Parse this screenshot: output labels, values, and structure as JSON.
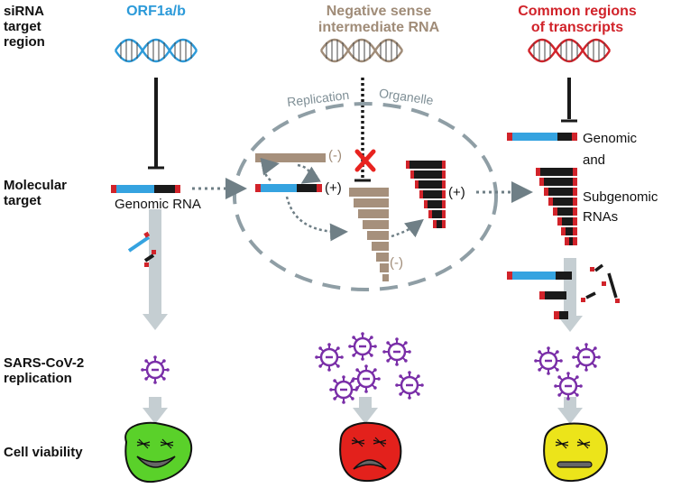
{
  "row_labels": {
    "target_region": [
      "siRNA",
      "target",
      "region"
    ],
    "molecular_target": [
      "Molecular",
      "target"
    ],
    "replication": [
      "SARS-CoV-2",
      "replication"
    ],
    "viability": "Cell viability"
  },
  "columns": {
    "orf": {
      "title": "ORF1a/b",
      "color": "#2c9ad9"
    },
    "negative": {
      "title_line1": "Negative sense",
      "title_line2": "intermediate RNA",
      "color": "#a08c78"
    },
    "common": {
      "title_line1": "Common regions",
      "title_line2": "of transcripts",
      "color": "#d1232a"
    }
  },
  "labels": {
    "genomic_rna": "Genomic RNA",
    "replication_organelle_1": "Replication",
    "replication_organelle_2": "Organelle",
    "minus": "(-)",
    "plus": "(+)",
    "genomic": "Genomic",
    "and": "and",
    "subgenomic": "Subgenomic",
    "rnas": "RNAs"
  },
  "colors": {
    "blue": "#35a3e0",
    "red": "#d1232a",
    "black": "#1a1a1a",
    "tan": "#a6907c",
    "virus": "#7a2fa8",
    "gray_arrow": "#c5ced2",
    "dashed": "#8f9ea5",
    "face_green": "#5ad12a",
    "face_red": "#e3211c",
    "face_yellow": "#ece41a"
  }
}
